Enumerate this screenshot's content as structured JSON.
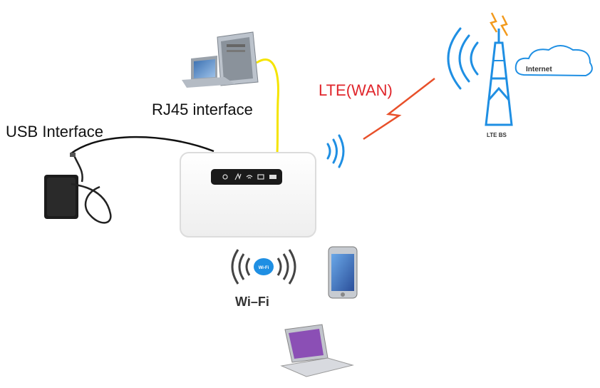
{
  "labels": {
    "usb_interface": "USB Interface",
    "rj45_interface": "RJ45 interface",
    "lte_wan": "LTE(WAN)",
    "wifi": "Wi–Fi",
    "internet": "Internet",
    "lte_bs": "LTE BS"
  },
  "colors": {
    "lte_label": "#e0262c",
    "rj45_cable": "#f5e400",
    "usb_cable": "#111111",
    "wireless_waves": "#1f8fe3",
    "tower": "#1f8fe3",
    "lightning": "#f29a1d",
    "wan_bolt": "#e8502a"
  },
  "nodes": [
    {
      "id": "mifi-router",
      "icon": "mobile-router-icon",
      "led_icons": [
        "power-icon",
        "signal-icon",
        "wifi-icon",
        "message-icon",
        "battery-icon"
      ]
    },
    {
      "id": "desktop-pc",
      "icon": "desktop-computer-icon"
    },
    {
      "id": "usb-charger",
      "icon": "usb-charger-icon"
    },
    {
      "id": "lte-tower",
      "icon": "cell-tower-icon"
    },
    {
      "id": "internet-cloud",
      "icon": "cloud-icon"
    },
    {
      "id": "smartphone",
      "icon": "smartphone-icon"
    },
    {
      "id": "laptop",
      "icon": "laptop-icon"
    },
    {
      "id": "wifi-logo",
      "icon": "wifi-logo-icon"
    }
  ]
}
